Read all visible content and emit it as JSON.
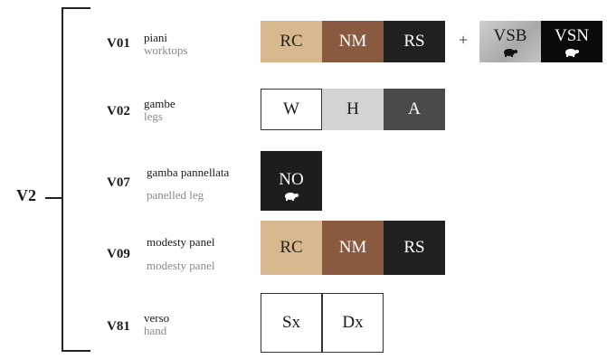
{
  "group": {
    "label": "V2"
  },
  "rows": [
    {
      "code": "V01",
      "it": "piani",
      "en": "worktops",
      "swatches": [
        {
          "label": "RC",
          "color": "#d8b98f",
          "text": "#2a1f14"
        },
        {
          "label": "NM",
          "color": "#8a5a40",
          "text": "#ffffff"
        },
        {
          "label": "RS",
          "color": "#202020",
          "text": "#ffffff"
        }
      ],
      "extra_separator": "+",
      "extra": [
        {
          "label": "VSB",
          "color": "#bdbdbd",
          "text": "#1a1a1a",
          "icon": "turtle-icon",
          "icon_color": "#111111"
        },
        {
          "label": "VSN",
          "color": "#0a0a0a",
          "text": "#ffffff",
          "icon": "turtle-icon",
          "icon_color": "#ffffff"
        }
      ]
    },
    {
      "code": "V02",
      "it": "gambe",
      "en": "legs",
      "swatches": [
        {
          "label": "W",
          "color": "#ffffff",
          "text": "#1a1a1a",
          "outlined": true
        },
        {
          "label": "H",
          "color": "#d3d3d3",
          "text": "#1a1a1a"
        },
        {
          "label": "A",
          "color": "#4a4a4a",
          "text": "#ffffff"
        }
      ]
    },
    {
      "code": "V07",
      "it": "gamba pannellata",
      "en": "panelled leg",
      "swatches": [
        {
          "label": "NO",
          "color": "#1e1c1c",
          "text": "#ffffff",
          "icon": "turtle-icon",
          "icon_color": "#ffffff"
        }
      ]
    },
    {
      "code": "V09",
      "it": "modesty panel",
      "en": "modesty panel",
      "swatches": [
        {
          "label": "RC",
          "color": "#d8b98f",
          "text": "#2a1f14"
        },
        {
          "label": "NM",
          "color": "#8a5a40",
          "text": "#ffffff"
        },
        {
          "label": "RS",
          "color": "#202020",
          "text": "#ffffff"
        }
      ]
    },
    {
      "code": "V81",
      "it": "verso",
      "en": "hand",
      "swatches": [
        {
          "label": "Sx",
          "color": "#ffffff",
          "text": "#1a1a1a",
          "outlined": true
        },
        {
          "label": "Dx",
          "color": "#ffffff",
          "text": "#1a1a1a",
          "outlined": true
        }
      ]
    }
  ]
}
